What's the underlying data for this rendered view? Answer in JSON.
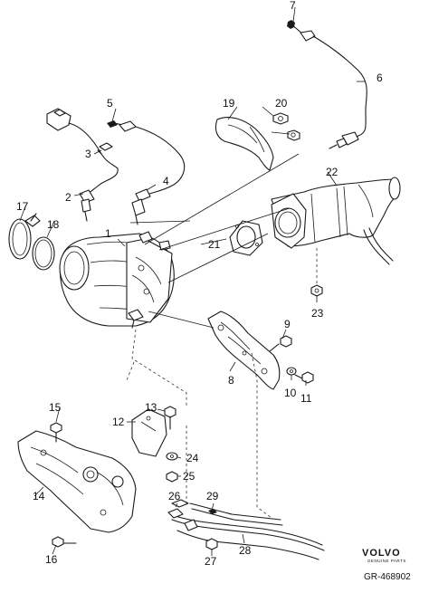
{
  "callouts": {
    "n1": "1",
    "n2": "2",
    "n3": "3",
    "n4": "4",
    "n5": "5",
    "n6": "6",
    "n7": "7",
    "n8": "8",
    "n9": "9",
    "n10": "10",
    "n11": "11",
    "n12": "12",
    "n13": "13",
    "n14": "14",
    "n15": "15",
    "n16": "16",
    "n17": "17",
    "n18": "18",
    "n19": "19",
    "n20": "20",
    "n21": "21",
    "n22": "22",
    "n23": "23",
    "n24": "24",
    "n25": "25",
    "n26": "26",
    "n27": "27",
    "n28": "28",
    "n29": "29"
  },
  "logo": {
    "brand": "VOLVO",
    "subtitle": "GENUINE PARTS"
  },
  "reference": "GR-468902"
}
